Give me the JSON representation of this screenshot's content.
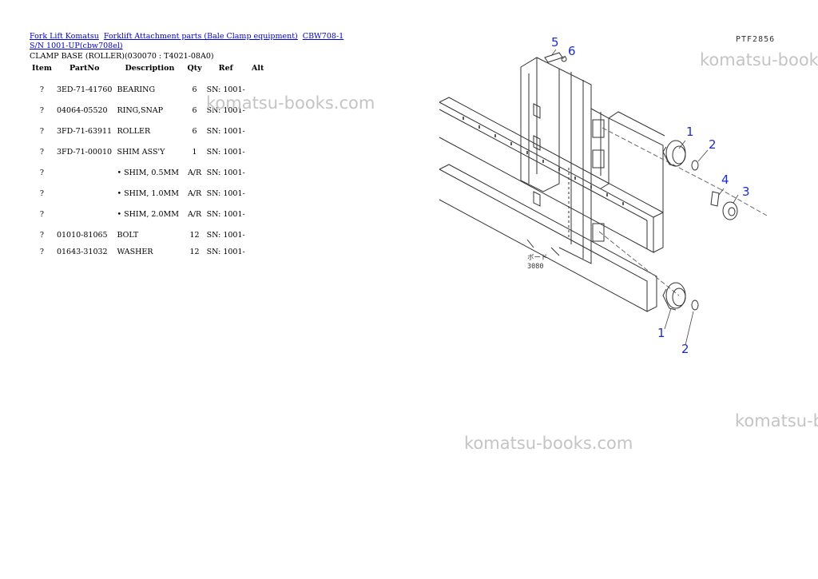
{
  "breadcrumb": {
    "link1": "Fork Lift Komatsu",
    "link2": "Forklift Attachment parts (Bale Clamp equipment)",
    "link3": "CBW708-1 S/N 1001-UP(cbw708el)"
  },
  "subtitle": "CLAMP BASE (ROLLER)(030070 : T4021-08A0)",
  "table": {
    "headers": [
      "Item",
      "PartNo",
      "Description",
      "Qty",
      "Ref",
      "Alt"
    ],
    "rows": [
      {
        "item": "?",
        "part": "3ED-71-41760",
        "desc": "BEARING",
        "qty": "6",
        "ref": "SN: 1001-",
        "alt": ""
      },
      {
        "item": "?",
        "part": "04064-05520",
        "desc": "RING,SNAP",
        "qty": "6",
        "ref": "SN: 1001-",
        "alt": ""
      },
      {
        "item": "?",
        "part": "3FD-71-63911",
        "desc": "ROLLER",
        "qty": "6",
        "ref": "SN: 1001-",
        "alt": ""
      },
      {
        "item": "?",
        "part": "3FD-71-00010",
        "desc": "SHIM ASS'Y",
        "qty": "1",
        "ref": "SN: 1001-",
        "alt": ""
      },
      {
        "item": "?",
        "part": "",
        "desc": "• SHIM, 0.5MM",
        "qty": "A/R",
        "ref": "SN: 1001-",
        "alt": ""
      },
      {
        "item": "?",
        "part": "",
        "desc": "• SHIM, 1.0MM",
        "qty": "A/R",
        "ref": "SN: 1001-",
        "alt": ""
      },
      {
        "item": "?",
        "part": "",
        "desc": "• SHIM, 2.0MM",
        "qty": "A/R",
        "ref": "SN: 1001-",
        "alt": ""
      },
      {
        "item": "?",
        "part": "01010-81065",
        "desc": "BOLT",
        "qty": "12",
        "ref": "SN: 1001-",
        "alt": ""
      },
      {
        "item": "?",
        "part": "01643-31032",
        "desc": "WASHER",
        "qty": "12",
        "ref": "SN: 1001-",
        "alt": ""
      }
    ]
  },
  "watermark": "komatsu-books.com",
  "diagram": {
    "code": "PTF2856",
    "callouts": [
      "5",
      "6",
      "1",
      "2",
      "4",
      "3",
      "1",
      "2"
    ],
    "note_line1": "ボード",
    "note_line2": "3080"
  }
}
